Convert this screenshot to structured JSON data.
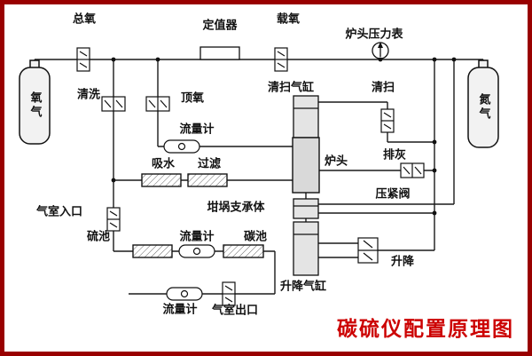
{
  "title": "碳硫仪配置原理图",
  "colors": {
    "border": "#990000",
    "title_red": "#cc0000",
    "line": "#1a1a1a",
    "block_fill": "#d9d9d9"
  },
  "labels": {
    "total_oxygen": "总氧",
    "regulator": "定值器",
    "carrier_oxygen": "载氧",
    "furnace_pressure_gauge": "炉头压力表",
    "purge": "清洗",
    "top_oxygen": "顶氧",
    "flowmeter_top": "流量计",
    "water_absorb": "吸水",
    "filter": "过滤",
    "sweep_cylinder": "清扫气缸",
    "sweep": "清扫",
    "furnace_head": "炉头",
    "ash_discharge": "排灰",
    "press_valve": "压紧阀",
    "crucible_support": "坩埚支承体",
    "chamber_inlet": "气室入口",
    "sulfur_cell": "硫池",
    "flowmeter_mid": "流量计",
    "carbon_cell": "碳池",
    "lift_cylinder": "升降气缸",
    "lift": "升降",
    "flowmeter_bottom": "流量计",
    "chamber_outlet": "气室出口",
    "oxygen_tank": "氧气",
    "nitrogen_tank": "氮气"
  }
}
